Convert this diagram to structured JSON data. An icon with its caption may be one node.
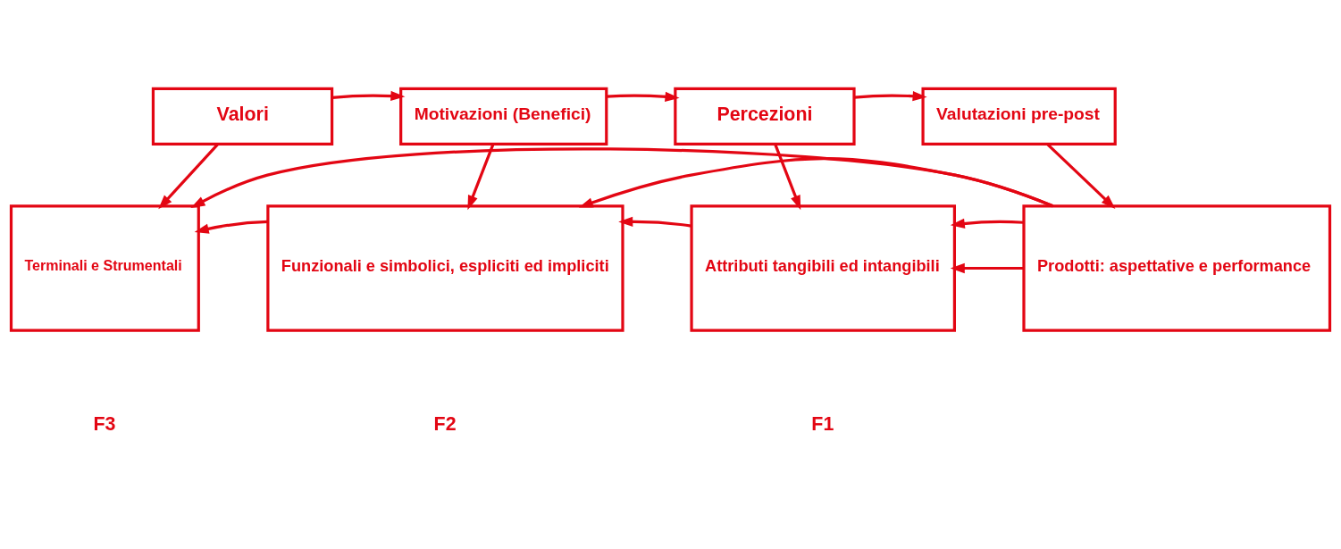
{
  "diagram": {
    "nodes": [
      {
        "text": [
          "Valori"
        ]
      },
      {
        "text": [
          "Motivazioni (Benefici)"
        ]
      },
      {
        "text": [
          "Percezioni"
        ]
      },
      {
        "text": [
          "Valutazioni pre-post"
        ]
      },
      {
        "text": [
          "Terminali e Strumentali"
        ]
      },
      {
        "text": [
          "Funzionali e simbolici, espliciti ed impliciti"
        ]
      },
      {
        "text": [
          "Attributi tangibili ed intangibili"
        ]
      },
      {
        "text": [
          "Prodotti: aspettative e performance"
        ]
      }
    ],
    "edges": [
      {
        "from": 0,
        "to": 1,
        "arrow": "to"
      },
      {
        "from": 1,
        "to": 2,
        "arrow": "to"
      },
      {
        "from": 2,
        "to": 3,
        "arrow": "to"
      },
      {
        "from": 0,
        "to": 4,
        "arrow": "to"
      },
      {
        "from": 1,
        "to": 5,
        "arrow": "to"
      },
      {
        "from": 2,
        "to": 6,
        "arrow": "to"
      },
      {
        "from": 3,
        "to": 7,
        "arrow": "to"
      },
      {
        "from": 7,
        "to": 6,
        "arrow": "to"
      },
      {
        "from": 6,
        "to": 5,
        "arrow": "to"
      },
      {
        "from": 5,
        "to": 4,
        "arrow": "to"
      },
      {
        "from": 7,
        "to": 6,
        "arrow": "to"
      },
      {
        "from": 7,
        "to": 5,
        "arrow": "to"
      },
      {
        "from": 7,
        "to": 4,
        "arrow": "to"
      }
    ],
    "labels": [
      "F3",
      "F2",
      "F1"
    ]
  }
}
